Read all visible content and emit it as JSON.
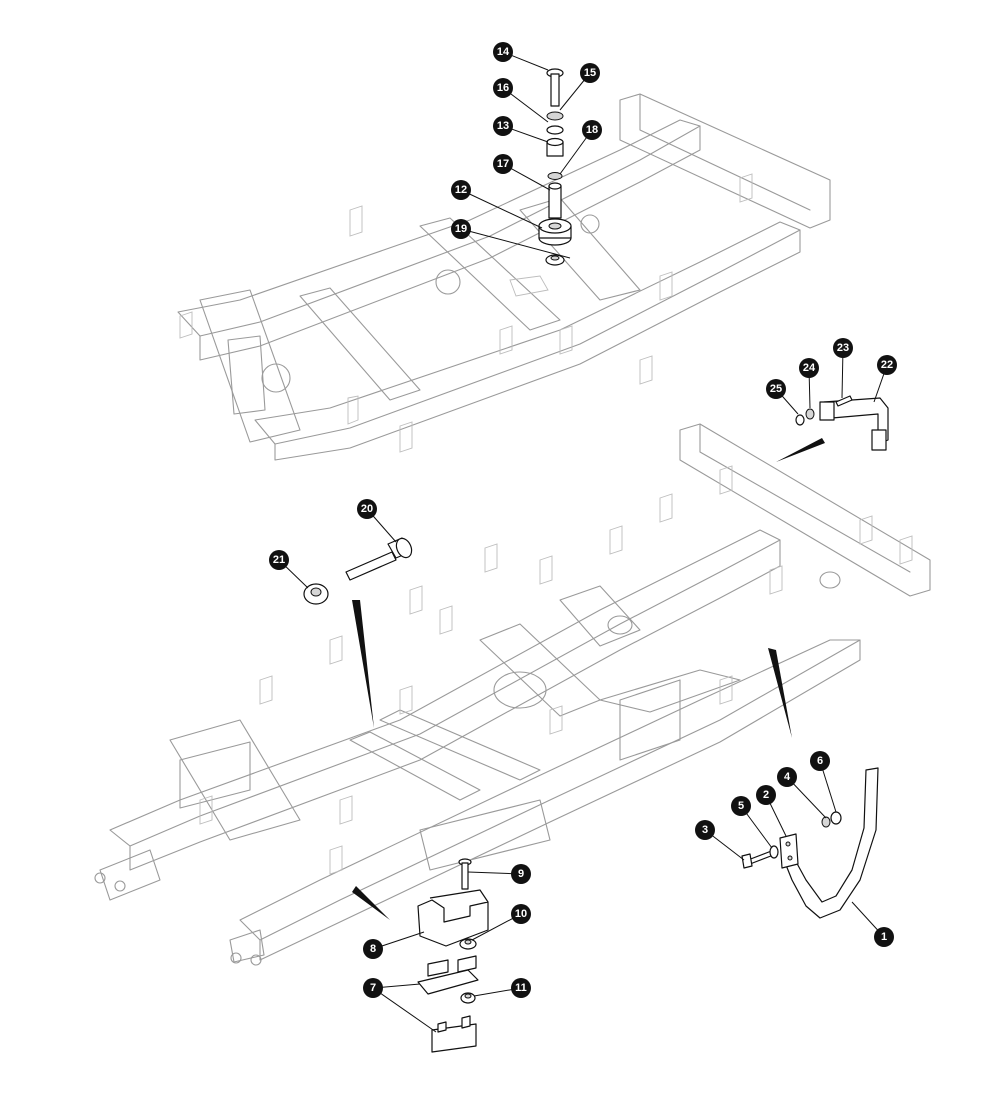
{
  "callouts": [
    {
      "number": "1"
    },
    {
      "number": "2"
    },
    {
      "number": "3"
    },
    {
      "number": "4"
    },
    {
      "number": "5"
    },
    {
      "number": "6"
    },
    {
      "number": "7"
    },
    {
      "number": "8"
    },
    {
      "number": "9"
    },
    {
      "number": "10"
    },
    {
      "number": "11"
    },
    {
      "number": "12"
    },
    {
      "number": "13"
    },
    {
      "number": "14"
    },
    {
      "number": "15"
    },
    {
      "number": "16"
    },
    {
      "number": "17"
    },
    {
      "number": "18"
    },
    {
      "number": "19"
    },
    {
      "number": "20"
    },
    {
      "number": "21"
    },
    {
      "number": "22"
    },
    {
      "number": "23"
    },
    {
      "number": "24"
    },
    {
      "number": "25"
    }
  ],
  "colors": {
    "frame_line": "#9a9a9a",
    "callout_fill": "#111111",
    "callout_text": "#ffffff"
  }
}
